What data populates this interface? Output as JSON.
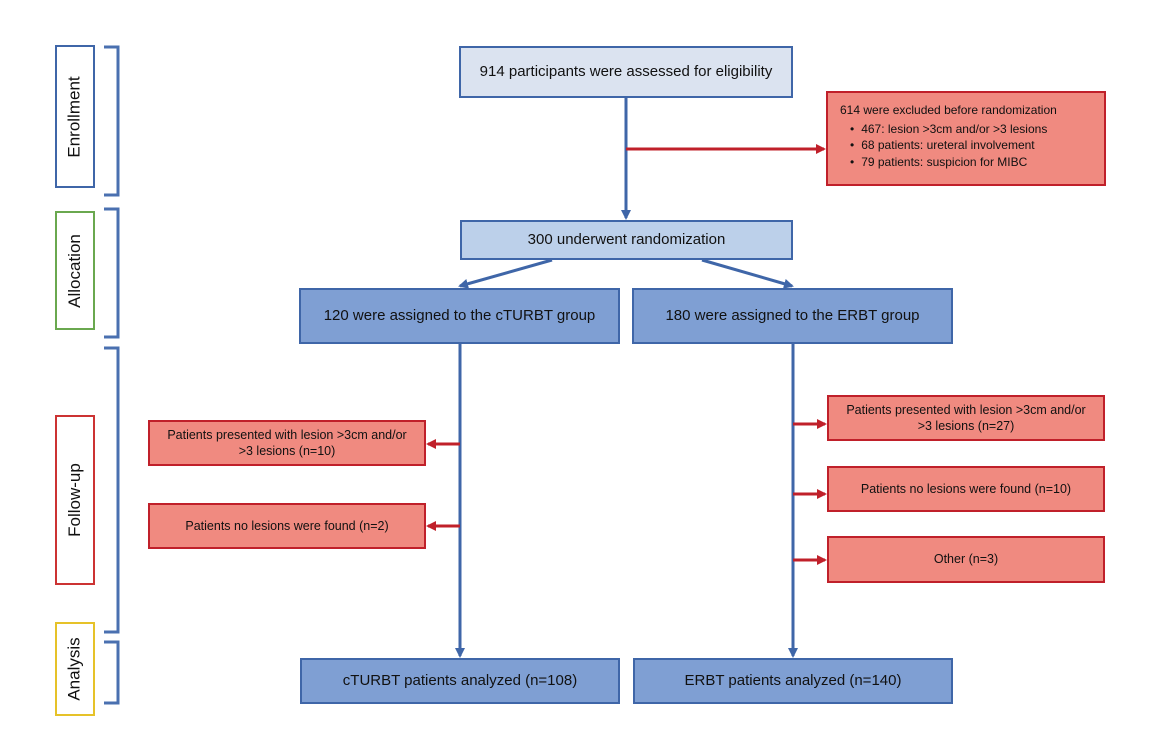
{
  "stages": {
    "enrollment": {
      "label": "Enrollment",
      "color": "#3f66a8"
    },
    "allocation": {
      "label": "Allocation",
      "color": "#6aa84f"
    },
    "followup": {
      "label": "Follow-up",
      "color": "#cc3333"
    },
    "analysis": {
      "label": "Analysis",
      "color": "#e6c229"
    }
  },
  "boxes": {
    "assessed": "914 participants were assessed for eligibility",
    "excluded": {
      "title": "614 were excluded before randomization",
      "items": [
        "467: lesion >3cm and/or >3 lesions",
        "68 patients: ureteral involvement",
        "79 patients: suspicion for MIBC"
      ]
    },
    "randomized": "300 underwent randomization",
    "cturbt_assigned": "120 were assigned to the cTURBT group",
    "erbt_assigned": "180 were assigned to the ERBT group",
    "cturbt_followup": [
      "Patients presented with lesion >3cm and/or >3 lesions (n=10)",
      "Patients no lesions were found (n=2)"
    ],
    "erbt_followup": [
      "Patients presented with lesion >3cm and/or >3 lesions (n=27)",
      "Patients no lesions were found (n=10)",
      "Other (n=3)"
    ],
    "cturbt_analyzed": "cTURBT patients analyzed (n=108)",
    "erbt_analyzed": "ERBT patients analyzed (n=140)"
  },
  "colors": {
    "flow_arrow": "#3f66a8",
    "exclusion_arrow": "#c0202a",
    "light_box": "#dbe3f0",
    "blue_box": "#7f9fd3",
    "red_box": "#f08a80"
  }
}
